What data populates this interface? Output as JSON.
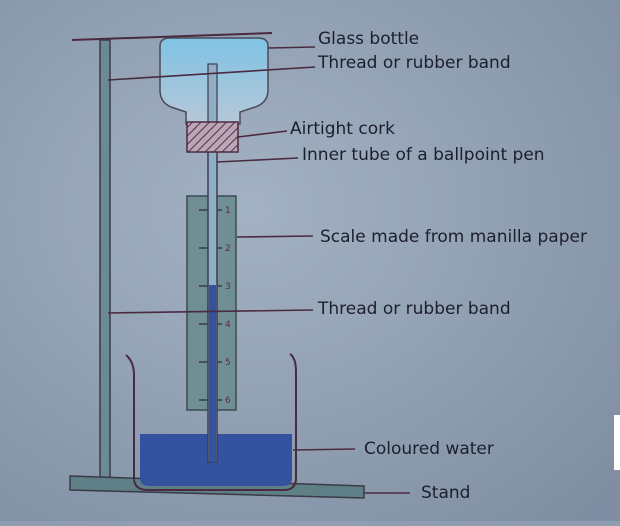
{
  "labels": {
    "glass_bottle": "Glass bottle",
    "thread_top": "Thread or rubber band",
    "airtight_cork": "Airtight cork",
    "inner_tube": "Inner tube of a ballpoint pen",
    "scale": "Scale made from manilla paper",
    "thread_middle": "Thread or rubber band",
    "coloured_water": "Coloured water",
    "stand": "Stand"
  },
  "scale_marks": [
    "1",
    "2",
    "3",
    "4",
    "5",
    "6"
  ],
  "colors": {
    "paper": "#8e9db0",
    "water": "#34539f",
    "lines": "#5a2a4a"
  }
}
